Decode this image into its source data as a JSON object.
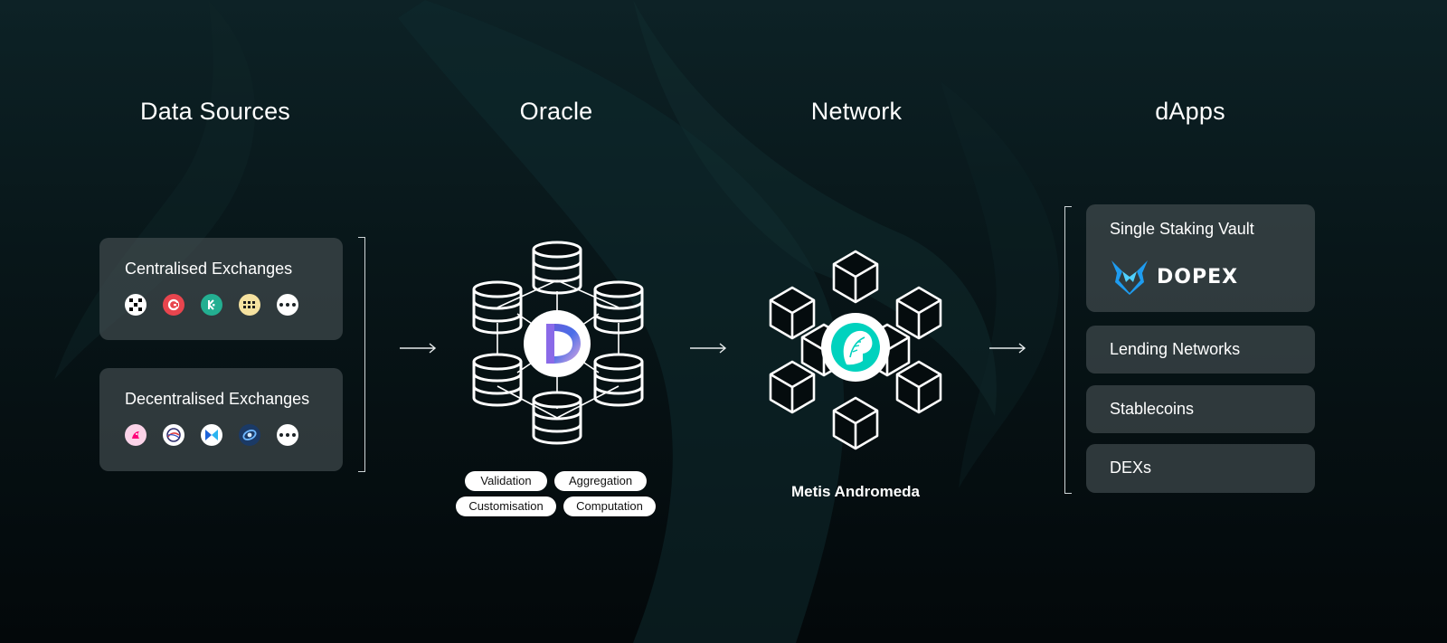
{
  "columns": {
    "data_sources": "Data Sources",
    "oracle": "Oracle",
    "network": "Network",
    "dapps": "dApps"
  },
  "data_sources": {
    "centralised": {
      "label": "Centralised Exchanges",
      "icons": [
        "okx-icon",
        "gate-io-icon",
        "kucoin-icon",
        "bitfinex-icon",
        "more-icon"
      ]
    },
    "decentralised": {
      "label": "Decentralised Exchanges",
      "icons": [
        "uniswap-icon",
        "curve-icon",
        "netswap-icon",
        "sushiswap-icon",
        "more-icon"
      ]
    }
  },
  "oracle": {
    "features": [
      "Validation",
      "Aggregation",
      "Customisation",
      "Computation"
    ]
  },
  "network": {
    "name": "Metis Andromeda"
  },
  "dapps": {
    "items": [
      {
        "label": "Single Staking Vault",
        "brand": "DOPEX"
      },
      {
        "label": "Lending Networks"
      },
      {
        "label": "Stablecoins"
      },
      {
        "label": "DEXs"
      }
    ]
  },
  "colors": {
    "card_bg": "#485256",
    "metis_accent": "#00d2be",
    "dopex_blue": "#1e9cf0"
  }
}
